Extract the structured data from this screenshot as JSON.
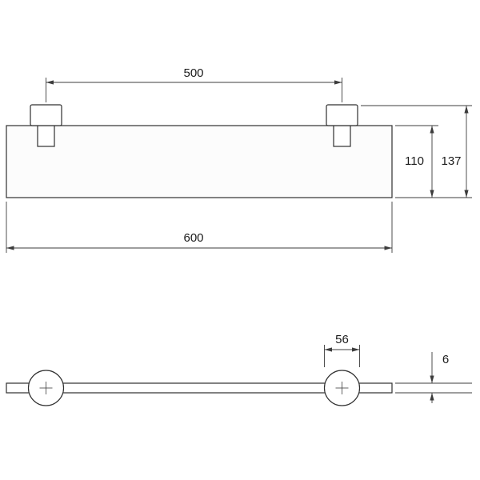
{
  "colors": {
    "background": "#ffffff",
    "object_line": "#303030",
    "dimension_line": "#3c3c3c",
    "text": "#1b1b1b"
  },
  "front_view": {
    "dim_mount_spacing": "500",
    "dim_total_width": "600",
    "dim_glass_height": "110",
    "dim_total_height": "137"
  },
  "plan_view": {
    "dim_mount_diameter": "56",
    "dim_glass_thickness": "6"
  }
}
